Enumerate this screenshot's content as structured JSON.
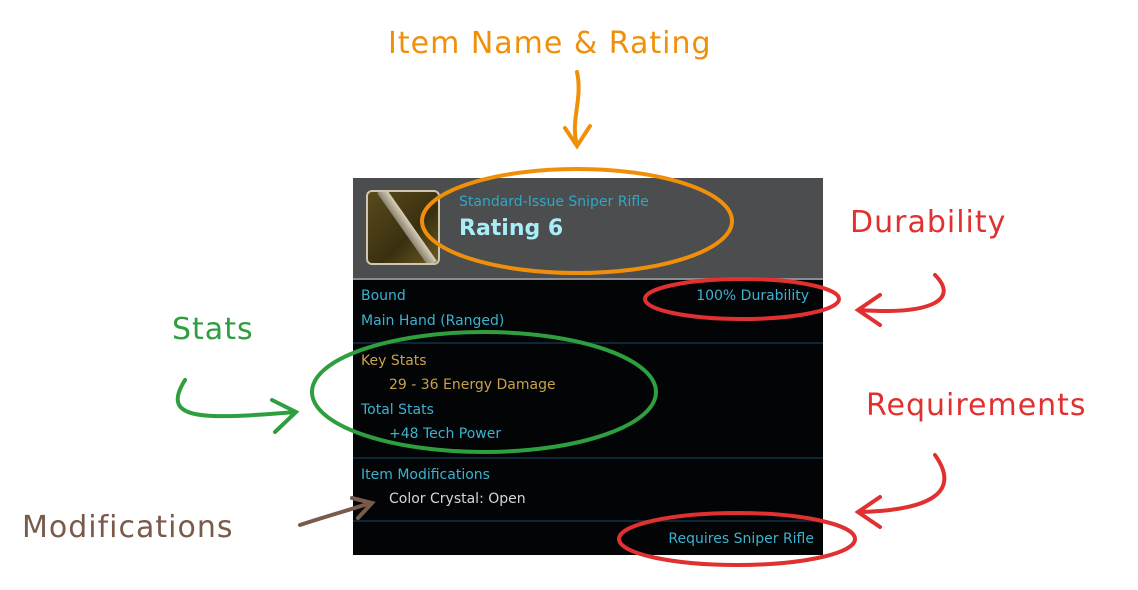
{
  "tooltip": {
    "item_name": "Standard-Issue Sniper Rifle",
    "rating": "Rating 6",
    "binding": "Bound",
    "durability": "100% Durability",
    "slot": "Main Hand (Ranged)",
    "key_stats_label": "Key Stats",
    "key_stat": "29 - 36 Energy Damage",
    "total_stats_label": "Total Stats",
    "total_stat": "+48 Tech Power",
    "mods_label": "Item Modifications",
    "mod": "Color Crystal: Open",
    "requirement": "Requires Sniper Rifle"
  },
  "annotations": {
    "name_rating": "Item Name & Rating",
    "durability": "Durability",
    "stats": "Stats",
    "requirements": "Requirements",
    "modifications": "Modifications"
  },
  "colors": {
    "orange": "#f0900a",
    "red": "#e03030",
    "green": "#2e9e3e",
    "brown": "#7a5a4a"
  }
}
